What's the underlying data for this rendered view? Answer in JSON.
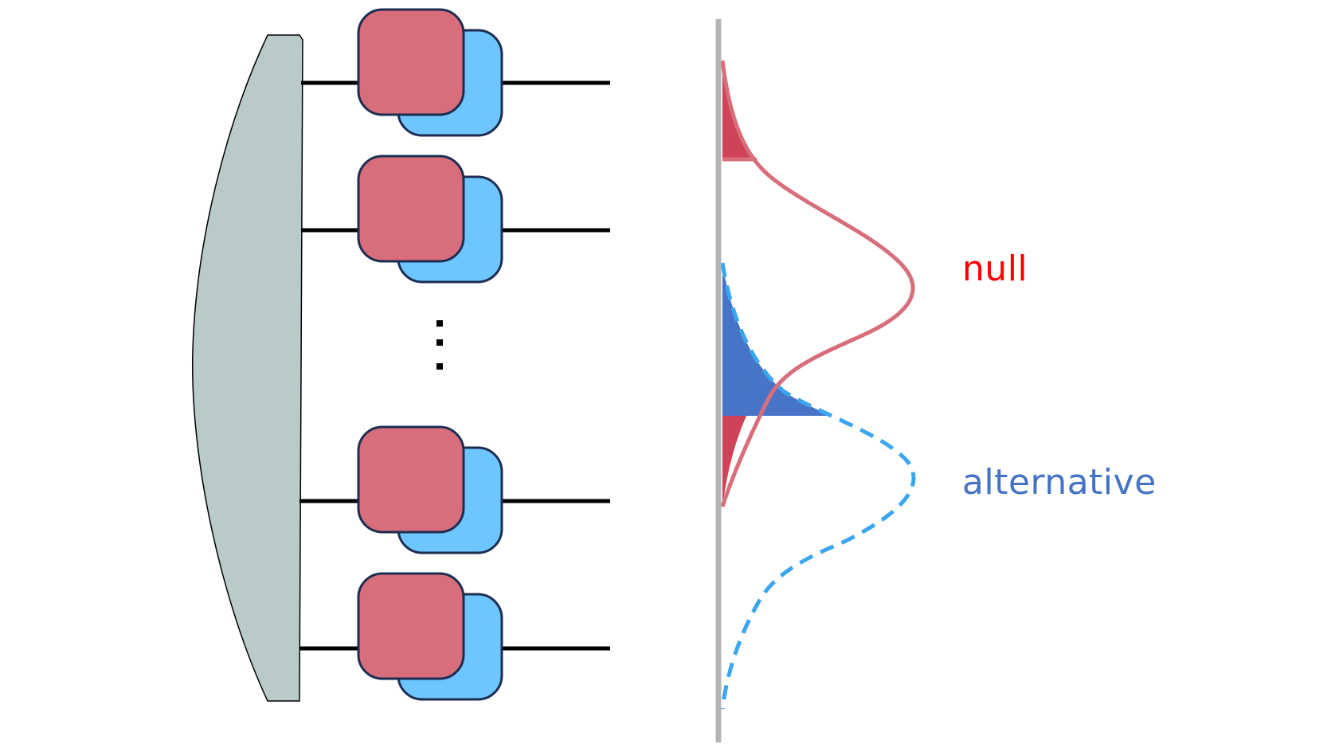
{
  "diagram": {
    "channel_count_visible": 4,
    "ellipsis": "⋮",
    "colors": {
      "state_block": "#b9cbc8",
      "gate_front": "#d86e7b",
      "gate_back": "#6ec6ff",
      "gate_outline": "#1d2d52",
      "wire": "#000000",
      "axis": "#b5b5b5",
      "null_curve": "#d86e7b",
      "null_fill": "#cf4358",
      "alt_curve": "#3aa6f0",
      "alt_fill": "#4874c8"
    }
  },
  "distributions": {
    "null_label": "null",
    "null_label_color": "#ff0000",
    "alternative_label": "alternative",
    "alternative_label_color": "#4472c4"
  }
}
